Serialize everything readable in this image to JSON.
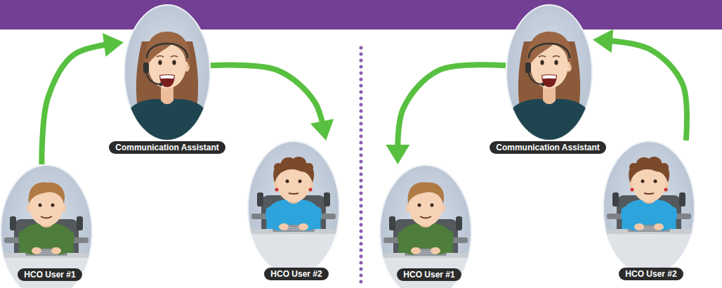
{
  "diagram": {
    "nodes": [
      {
        "text": [
          "Communication Assistant"
        ]
      },
      {
        "text": [
          "HCO User #1"
        ]
      },
      {
        "text": [
          "HCO User #2"
        ]
      },
      {
        "text": [
          "Communication Assistant"
        ]
      },
      {
        "text": [
          "HCO User #1"
        ]
      },
      {
        "text": [
          "HCO User #2"
        ]
      }
    ],
    "edges": [
      {
        "from": 1,
        "to": 0,
        "arrow": "to"
      },
      {
        "from": 0,
        "to": 2,
        "arrow": "to"
      },
      {
        "from": 5,
        "to": 3,
        "arrow": "to"
      },
      {
        "from": 3,
        "to": 4,
        "arrow": "to"
      }
    ]
  }
}
